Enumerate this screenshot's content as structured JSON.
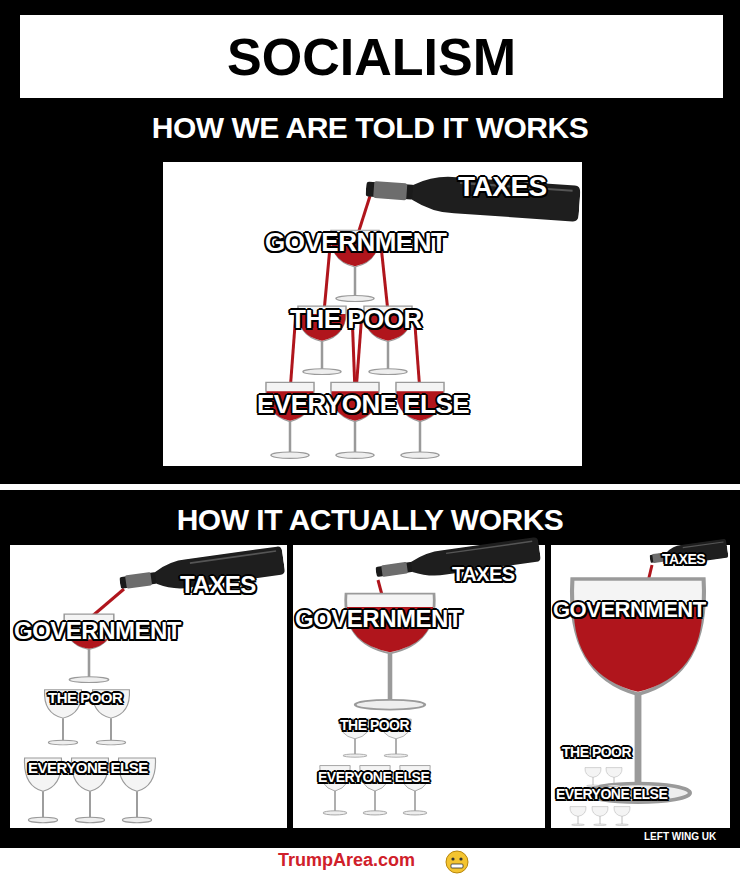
{
  "diagram": {
    "title": "SOCIALISM",
    "nodes": [
      {
        "text": [
          "HOW WE ARE TOLD IT WORKS"
        ]
      },
      {
        "text": [
          "TAXES",
          "GOVERNMENT",
          "THE POOR",
          "EVERYONE ELSE"
        ],
        "in": 0
      },
      {
        "text": [
          "HOW IT ACTUALLY WORKS"
        ]
      },
      {
        "text": [
          "TAXES",
          "GOVERNMENT",
          "THE POOR",
          "EVERYONE ELSE"
        ],
        "in": 2
      },
      {
        "text": [
          "TAXES",
          "GOVERNMENT",
          "THE POOR",
          "EVERYONE ELSE"
        ],
        "in": 2
      },
      {
        "text": [
          "TAXES",
          "GOVERNMENT",
          "THE POOR",
          "EVERYONE ELSE"
        ],
        "in": 2
      }
    ],
    "labels": [
      "LEFT WING UK",
      "TrumpArea.com"
    ]
  }
}
